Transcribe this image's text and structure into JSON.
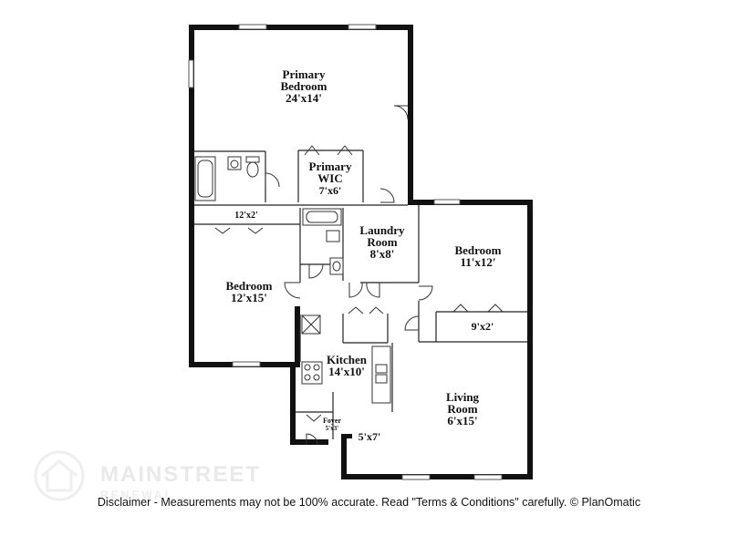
{
  "rooms": {
    "primary_bedroom": {
      "name_line1": "Primary",
      "name_line2": "Bedroom",
      "dims": "24'x14'"
    },
    "primary_wic": {
      "name_line1": "Primary",
      "name_line2": "WIC",
      "dims": "7'x6'"
    },
    "hall_closet": {
      "dims": "12'x2'"
    },
    "laundry_room": {
      "name_line1": "Laundry",
      "name_line2": "Room",
      "dims": "8'x8'"
    },
    "bedroom_right": {
      "name": "Bedroom",
      "dims": "11'x12'"
    },
    "bedroom_right_closet": {
      "dims": "9'x2'"
    },
    "bedroom_left": {
      "name": "Bedroom",
      "dims": "12'x15'"
    },
    "kitchen": {
      "name": "Kitchen",
      "dims": "14'x10'"
    },
    "living_room": {
      "name_line1": "Living",
      "name_line2": "Room",
      "dims": "6'x15'"
    },
    "foyer": {
      "name": "Foyer",
      "dims": "5'x3'"
    },
    "entry": {
      "dims": "5'x7'"
    }
  },
  "branding": {
    "logo_main": "MAINSTREET",
    "logo_sub": "RENEWAL"
  },
  "disclaimer": "Disclaimer - Measurements may not be 100% accurate. Read \"Terms & Conditions\" carefully. © PlanOmatic",
  "colors": {
    "wall": "#111111",
    "background": "#ffffff",
    "logo": "#e9e9e9"
  }
}
